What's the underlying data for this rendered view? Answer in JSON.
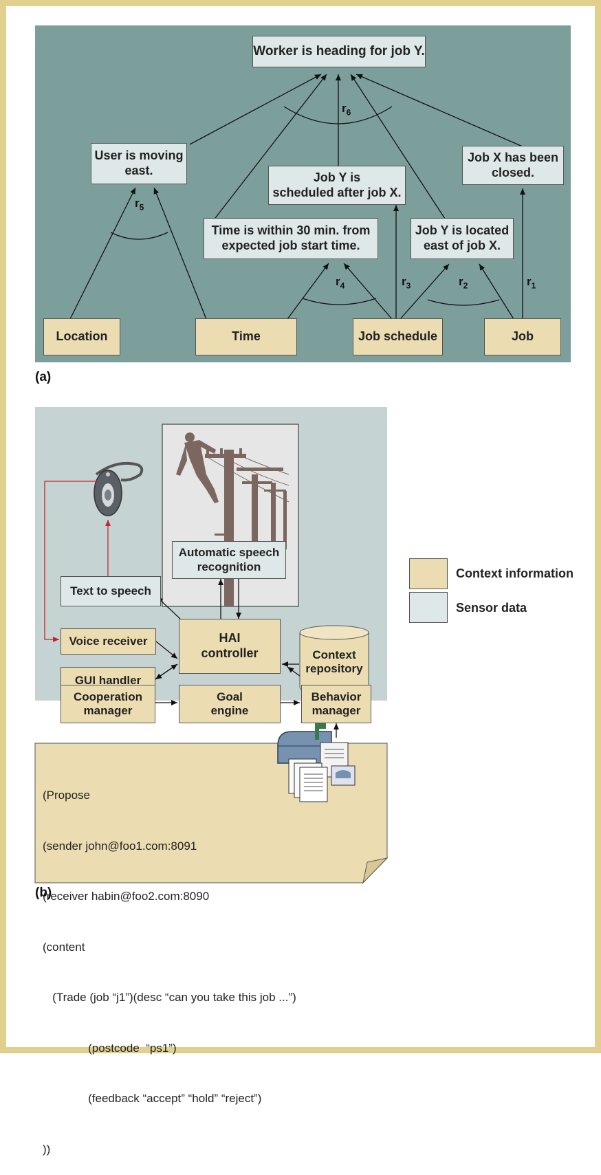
{
  "panel_a": {
    "label": "(a)",
    "goal": "Worker is heading for job Y.",
    "rule_boxes": {
      "moving_east": "User is moving\neast.",
      "scheduled_after": "Job Y is\nscheduled after job X.",
      "job_closed": "Job X has been\nclosed.",
      "within_30": "Time is within 30 min. from\nexpected job start time.",
      "located_east": "Job Y is located\neast of job X."
    },
    "inputs": {
      "location": "Location",
      "time": "Time",
      "job_schedule": "Job schedule",
      "job": "Job"
    },
    "rules": [
      {
        "r": "r",
        "sub": "1"
      },
      {
        "r": "r",
        "sub": "2"
      },
      {
        "r": "r",
        "sub": "3"
      },
      {
        "r": "r",
        "sub": "4"
      },
      {
        "r": "r",
        "sub": "5"
      },
      {
        "r": "r",
        "sub": "6"
      }
    ]
  },
  "panel_b": {
    "label": "(b)",
    "boxes": {
      "text_to_speech": "Text to speech",
      "asr": "Automatic speech\nrecognition",
      "voice_receiver": "Voice receiver",
      "gui_handler": "GUI handler",
      "hai_controller": "HAI\ncontroller",
      "context_repository": "Context\nrepository",
      "cooperation_manager": "Cooperation\nmanager",
      "goal_engine": "Goal\nengine",
      "behavior_manager": "Behavior\nmanager"
    },
    "message_lines": [
      "(Propose",
      "(sender john@foo1.com:8091",
      "(receiver habin@foo2.com:8090",
      "(content",
      "   (Trade (job “j1”)(desc “can you take this job ...”)",
      "              (postcode  “ps1”)",
      "              (feedback “accept” “hold” “reject”)",
      "))"
    ]
  },
  "legend": {
    "context": "Context information",
    "sensor": "Sensor data"
  },
  "colors": {
    "frame": "#e3cf8d",
    "panel_a_bg": "#7d9f9b",
    "panel_b_bg": "#c5d3d3",
    "context_fill": "#ecdcb1",
    "sensor_fill": "#dfe8e8",
    "accent_red": "#c0282d"
  }
}
